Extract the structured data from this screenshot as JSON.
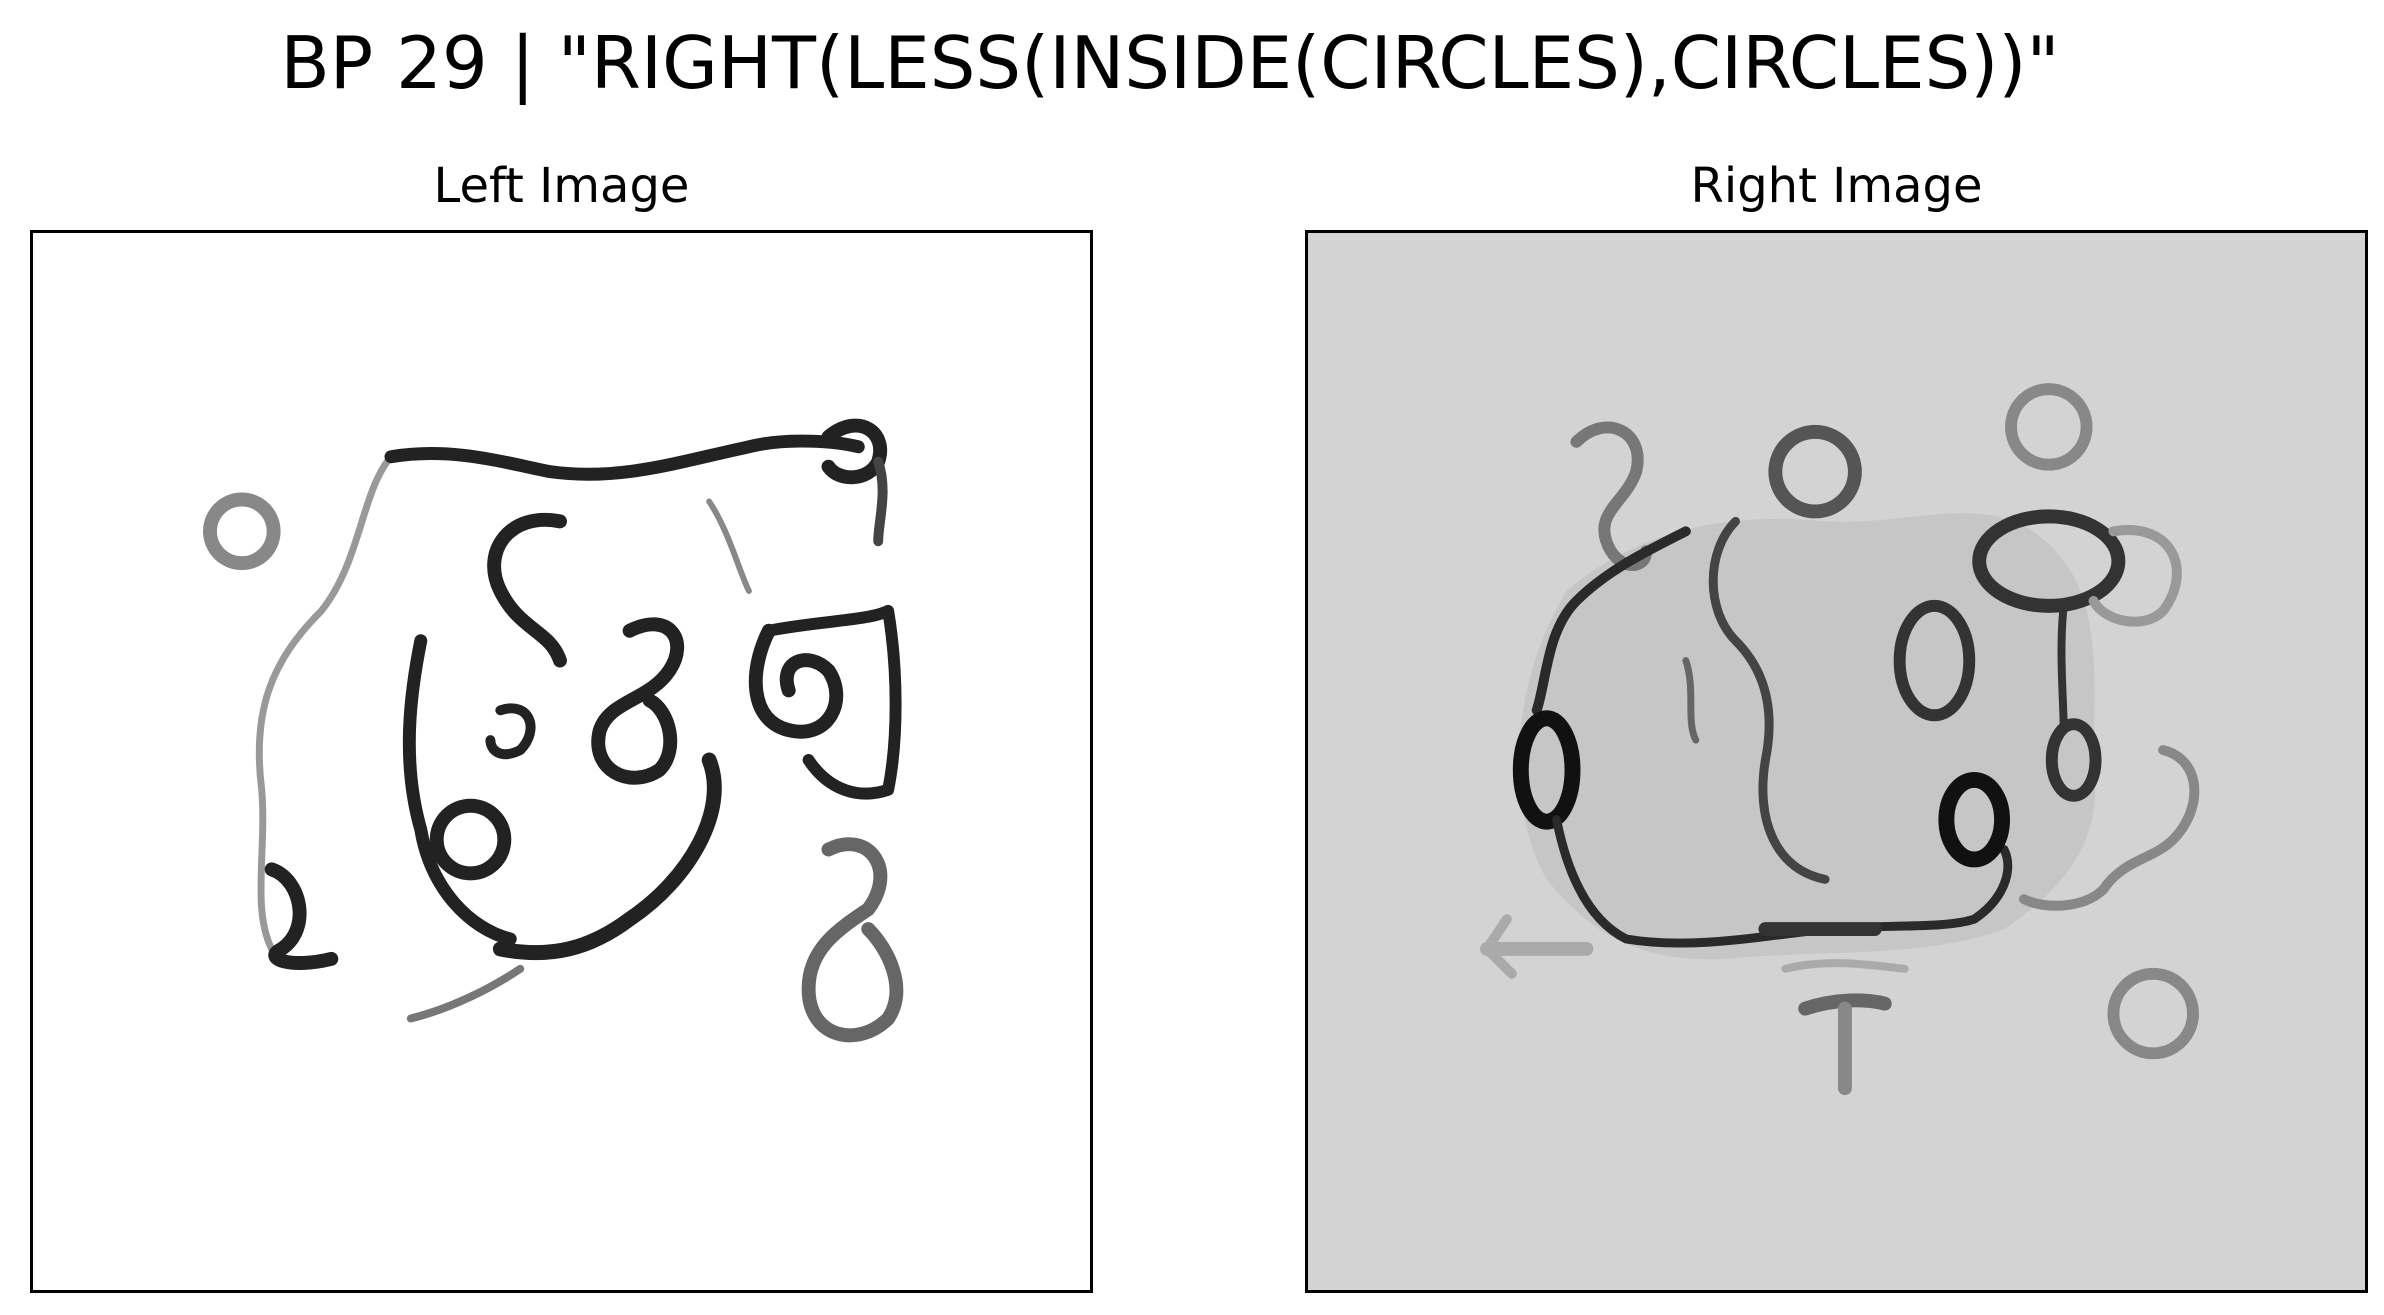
{
  "figure": {
    "title": "BP 29 | \"RIGHT(LESS(INSIDE(CIRCLES),CIRCLES))\""
  },
  "panels": {
    "left": {
      "title": "Left Image",
      "background": "#ffffff",
      "stroke": "#222222"
    },
    "right": {
      "title": "Right Image",
      "background": "#d3d3d3",
      "blob": "#c6c6c6",
      "stroke": "#2a2a2a"
    }
  }
}
